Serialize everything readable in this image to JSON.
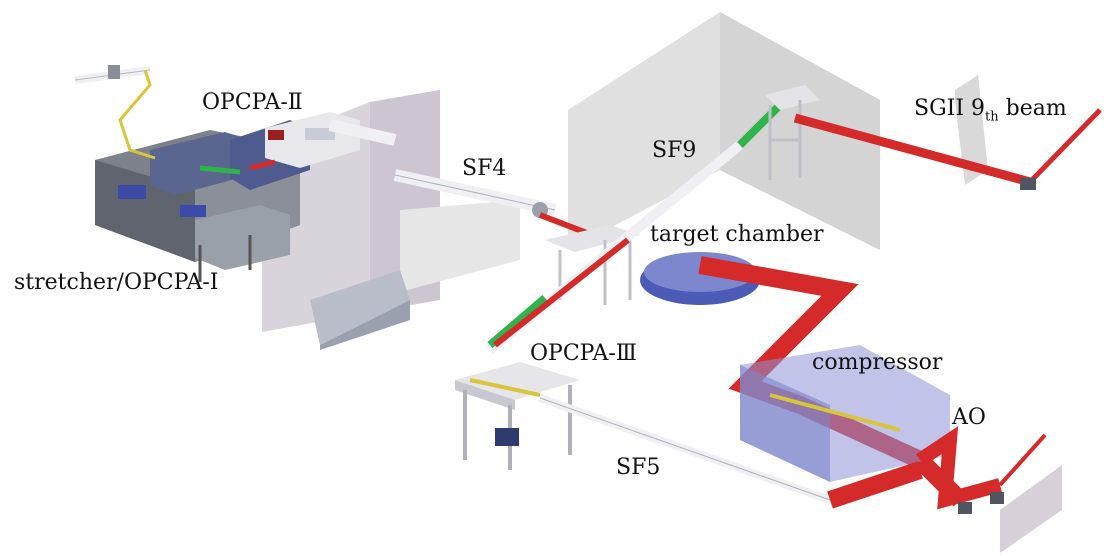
{
  "diagram": {
    "labels": {
      "opcpa2": "OPCPA-Ⅱ",
      "stretcher": "stretcher/OPCPA-Ⅰ",
      "sf4": "SF4",
      "sf9": "SF9",
      "sgii_prefix": "SGII 9",
      "sgii_sub": "th",
      "sgii_suffix": " beam",
      "target_chamber": "target chamber",
      "opcpa3": "OPCPA-Ⅲ",
      "compressor": "compressor",
      "ao": "AO",
      "sf5": "SF5"
    },
    "colors": {
      "beam_red": "#d42a2a",
      "beam_green": "#2fb34a",
      "beam_yellow": "#d9c53a",
      "wall_grey": "#dcdcdc",
      "compressor_blue": "#8e94d6",
      "tube_white": "#f0f0f4",
      "equipment_grey": "#6f7480"
    }
  }
}
